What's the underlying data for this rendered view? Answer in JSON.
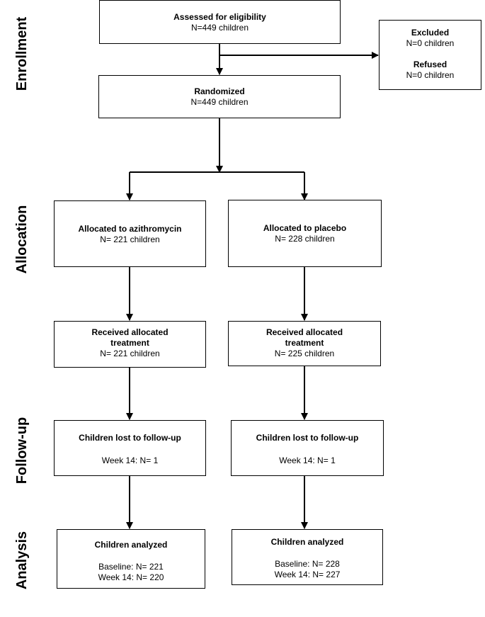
{
  "phases": {
    "enrollment": "Enrollment",
    "allocation": "Allocation",
    "followup": "Follow-up",
    "analysis": "Analysis"
  },
  "enrollment": {
    "assessed": {
      "title": "Assessed for eligibility",
      "count": "N=449 children"
    },
    "excluded": {
      "title": "Excluded",
      "count": "N=0 children",
      "refused_title": "Refused",
      "refused_count": "N=0 children"
    },
    "randomized": {
      "title": "Randomized",
      "count": "N=449 children"
    }
  },
  "arms": {
    "azithromycin": {
      "allocated_title": "Allocated to azithromycin",
      "allocated_count": "N= 221 children",
      "received_title_1": "Received allocated",
      "received_title_2": "treatment",
      "received_count": "N= 221 children",
      "lost_title": "Children lost to follow-up",
      "lost_week": "Week 14: N= 1",
      "analyzed_title": "Children analyzed",
      "analyzed_baseline": "Baseline: N= 221",
      "analyzed_week14": "Week 14: N= 220"
    },
    "placebo": {
      "allocated_title": "Allocated to placebo",
      "allocated_count": "N= 228 children",
      "received_title_1": "Received allocated",
      "received_title_2": "treatment",
      "received_count": "N= 225 children",
      "lost_title": "Children lost to follow-up",
      "lost_week": "Week 14: N= 1",
      "analyzed_title": "Children analyzed",
      "analyzed_baseline": "Baseline: N= 228",
      "analyzed_week14": "Week 14: N= 227"
    }
  }
}
